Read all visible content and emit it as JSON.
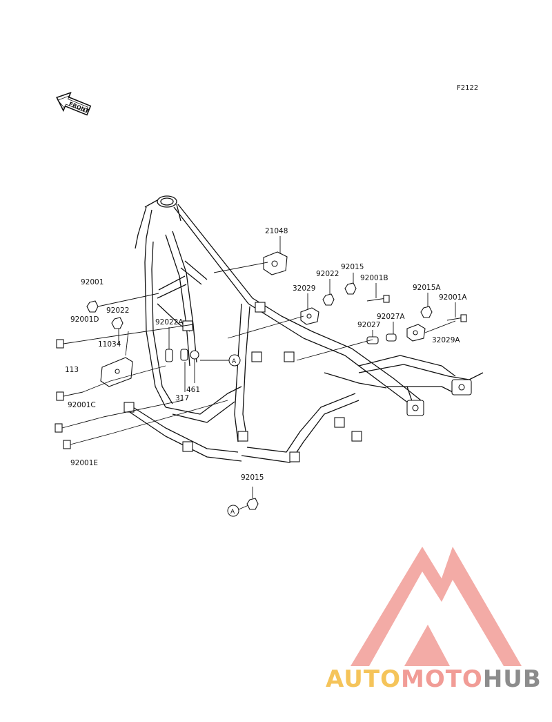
{
  "figure_id": "F2122",
  "front_label": "FRONT",
  "callout_ref": "A",
  "parts": [
    {
      "id": "p21048",
      "number": "21048"
    },
    {
      "id": "p92015a",
      "number": "92015"
    },
    {
      "id": "p92022a",
      "number": "92022"
    },
    {
      "id": "p32029",
      "number": "32029"
    },
    {
      "id": "p92001b",
      "number": "92001B"
    },
    {
      "id": "p92015A",
      "number": "92015A"
    },
    {
      "id": "p92001A",
      "number": "92001A"
    },
    {
      "id": "p92027A",
      "number": "92027A"
    },
    {
      "id": "p92027",
      "number": "92027"
    },
    {
      "id": "p32029A",
      "number": "32029A"
    },
    {
      "id": "p92001",
      "number": "92001"
    },
    {
      "id": "p92022b",
      "number": "92022"
    },
    {
      "id": "p92001D",
      "number": "92001D"
    },
    {
      "id": "p92022A",
      "number": "92022A"
    },
    {
      "id": "p11034",
      "number": "11034"
    },
    {
      "id": "p113",
      "number": "113"
    },
    {
      "id": "p461",
      "number": "461"
    },
    {
      "id": "p317",
      "number": "317"
    },
    {
      "id": "p92001C",
      "number": "92001C"
    },
    {
      "id": "p92001E",
      "number": "92001E"
    },
    {
      "id": "p92015b",
      "number": "92015"
    }
  ],
  "watermark": {
    "part1": "AUTO",
    "part2": "MOTO",
    "part3": "HUB",
    "color1": "#f5c45a",
    "color2": "#f19c96",
    "color3": "#8c8c8c",
    "logo_color": "#f19c96"
  }
}
